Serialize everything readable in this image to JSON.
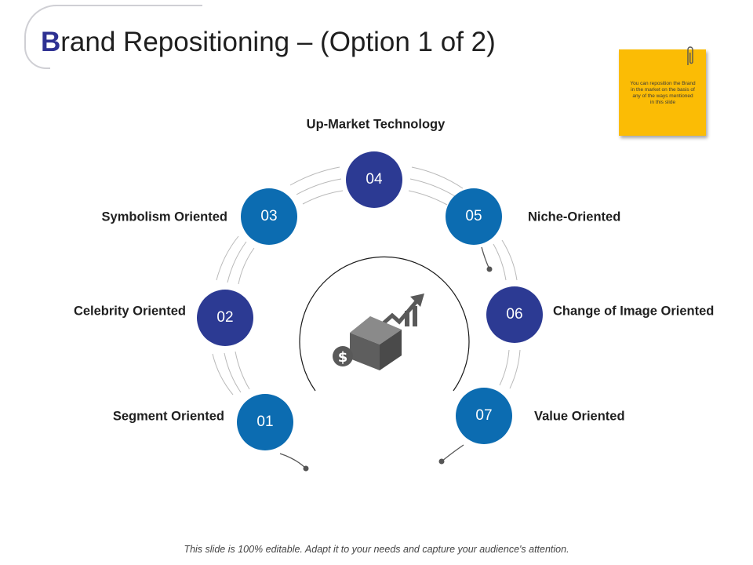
{
  "title": {
    "first_letter": "B",
    "rest": "rand Repositioning – (Option 1 of 2)"
  },
  "sticky_note": {
    "text": "You can reposition the Brand in the market on the basis of any of the ways mentioned in this slide",
    "color": "#fbbc05",
    "icon": "paperclip-icon"
  },
  "steps": [
    {
      "number": "01",
      "label": "Segment Oriented",
      "color": "#0c6cb1"
    },
    {
      "number": "02",
      "label": "Celebrity Oriented",
      "color": "#2c3a93"
    },
    {
      "number": "03",
      "label": "Symbolism Oriented",
      "color": "#0c6cb1"
    },
    {
      "number": "04",
      "label": "Up-Market Technology",
      "color": "#2c3a93"
    },
    {
      "number": "05",
      "label": "Niche-Oriented",
      "color": "#0c6cb1"
    },
    {
      "number": "06",
      "label": "Change of Image Oriented",
      "color": "#2c3a93"
    },
    {
      "number": "07",
      "label": "Value Oriented",
      "color": "#0c6cb1"
    }
  ],
  "center_icon": "box-growth-dollar-icon",
  "footer": "This slide is 100% editable. Adapt it to your needs and capture your audience's attention."
}
